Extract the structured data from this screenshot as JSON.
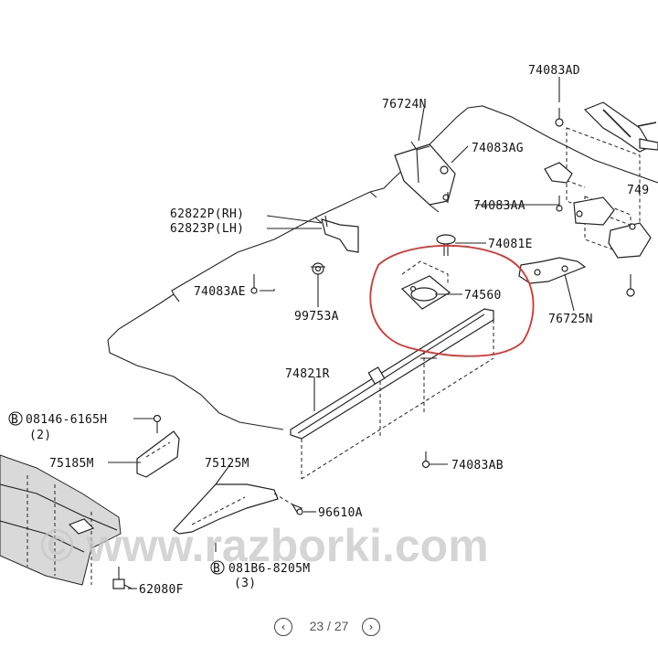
{
  "labels": {
    "p74083AD": "74083AD",
    "p76724N": "76724N",
    "p74083AG": "74083AG",
    "p749": "749",
    "p74083AA": "74083AA",
    "p62822P": "62822P(RH)",
    "p62823P": "62823P(LH)",
    "p74081E": "74081E",
    "p74083AE": "74083AE",
    "p99753A": "99753A",
    "p74560": "74560",
    "p76725N": "76725N",
    "p74821R": "74821R",
    "p08146": "08146-6165H",
    "p08146qty": "(2)",
    "p75185M": "75185M",
    "p75125M": "75125M",
    "p74083AB": "74083AB",
    "p96610A": "96610A",
    "p081B6": "081B6-8205M",
    "p081B6qty": "(3)",
    "p62080F": "62080F",
    "bolt_mark": "B"
  },
  "watermark": "© www.razborki.com",
  "highlight_color": "#e0302c",
  "pager": {
    "prev_icon": "chevron-left-icon",
    "next_icon": "chevron-right-icon",
    "prev_glyph": "‹",
    "next_glyph": "›",
    "text": "23 / 27"
  }
}
